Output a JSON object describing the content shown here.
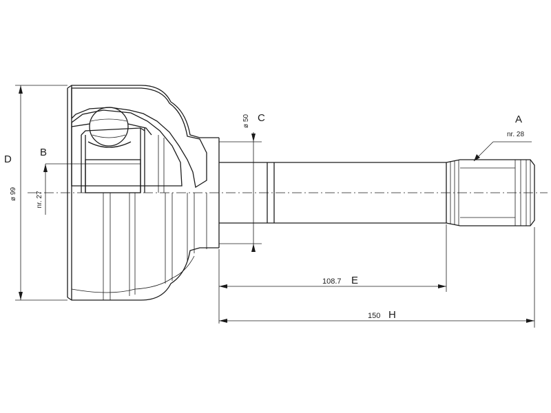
{
  "labels": {
    "A": "A",
    "B": "B",
    "C": "C",
    "D": "D",
    "E": "E",
    "H": "H"
  },
  "values": {
    "A": "nr. 28",
    "B": "nr. 27",
    "C": "ø 50",
    "D": "ø 99",
    "E": "108.7",
    "H": "150"
  }
}
